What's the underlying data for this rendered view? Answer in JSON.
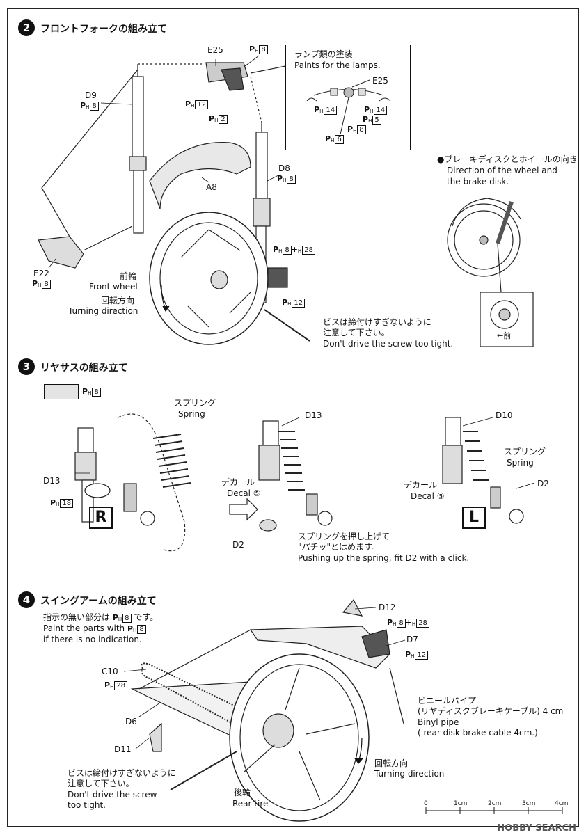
{
  "step2": {
    "number": "2",
    "title": "フロントフォークの組み立て",
    "lamp_note_jp": "ランプ類の塗装",
    "lamp_note_en": "Paints for the lamps.",
    "wheel_dir_jp": "●ブレーキディスクとホイールの向き",
    "wheel_dir_en1": "Direction of the wheel and",
    "wheel_dir_en2": "the brake disk.",
    "front_jp": "前輪",
    "front_en": "Front wheel",
    "turn_jp": "回転方向",
    "turn_en": "Turning direction",
    "screw_jp1": "ビスは締付けすぎないように",
    "screw_jp2": "注意して下さい。",
    "screw_en": "Don't drive the screw too tight.",
    "front_arrow": "←前",
    "parts": {
      "E25": "E25",
      "D9": "D9",
      "D8": "D8",
      "A8": "A8",
      "E22": "E22",
      "E25b": "E25"
    },
    "paints": {
      "p8": "8",
      "p12": "12",
      "p2": "2",
      "p14": "14",
      "p5": "5",
      "p6": "6",
      "p28": "28"
    }
  },
  "step3": {
    "number": "3",
    "title": "リヤサスの組み立て",
    "spring_jp": "スプリング",
    "spring_en": "Spring",
    "decal_jp": "デカール",
    "decal_en": "Decal",
    "decal_num": "⑤",
    "push_jp1": "スプリングを押し上げて",
    "push_jp2": "\"パチッ\"とはめます。",
    "push_en": "Pushing up the spring, fit D2 with a click.",
    "R": "R",
    "L": "L",
    "parts": {
      "D13": "D13",
      "D10": "D10",
      "D2": "D2"
    },
    "paints": {
      "p8": "8",
      "p18": "18"
    }
  },
  "step4": {
    "number": "4",
    "title": "スイングアームの組み立て",
    "note_jp": "指示の無い部分は",
    "note_jp_tail": "です。",
    "note_en1": "Paint the parts with",
    "note_en2": "if there is no indication.",
    "vinyl_jp1": "ビニールパイプ",
    "vinyl_jp2": "(リヤディスクブレーキケーブル) 4 cm",
    "vinyl_en1": "Binyl pipe",
    "vinyl_en2": "( rear disk brake cable 4cm.)",
    "turn_jp": "回転方向",
    "turn_en": "Turning direction",
    "screw_jp1": "ビスは締付けすぎないように",
    "screw_jp2": "注意して下さい。",
    "screw_en1": "Don't drive the screw",
    "screw_en2": "too tight.",
    "rear_jp": "後輪",
    "rear_en": "Rear tire",
    "parts": {
      "D12": "D12",
      "D7": "D7",
      "C10": "C10",
      "D6": "D6",
      "D11": "D11"
    },
    "paints": {
      "p8": "8",
      "p28": "28",
      "p12": "12"
    }
  },
  "scale": {
    "labels": [
      "0",
      "1cm",
      "2cm",
      "3cm",
      "4cm"
    ]
  },
  "watermark": "HOBBY SEARCH",
  "paint_prefix": "P",
  "paint_sub": "H",
  "plus": "+"
}
